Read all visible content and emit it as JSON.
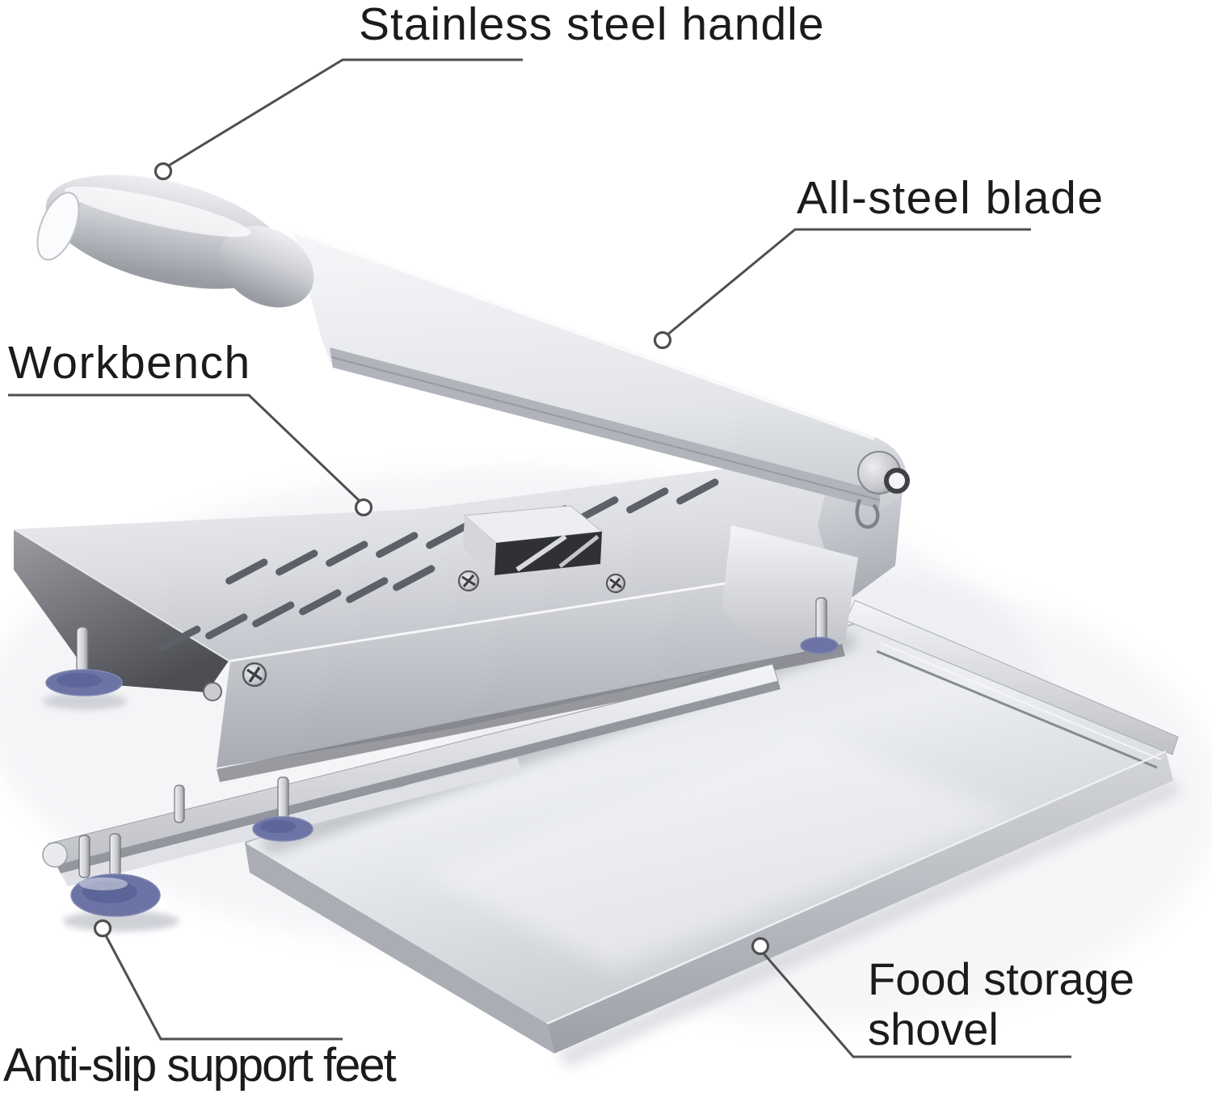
{
  "figure": {
    "kind": "annotated-product-diagram"
  },
  "labels": {
    "handle": "Stainless steel handle",
    "blade": "All-steel blade",
    "workbench": "Workbench",
    "feet": "Anti-slip support feet",
    "shovel": "Food storage shovel"
  },
  "colors": {
    "label_text": "#1b1b1b",
    "leader_line": "#4f4f52",
    "suction_cup_blue": "#6b74a4",
    "metal_light": "#eef0f3",
    "metal_mid": "#c6c8ce",
    "metal_dark": "#6f7176",
    "background": "#ffffff"
  }
}
